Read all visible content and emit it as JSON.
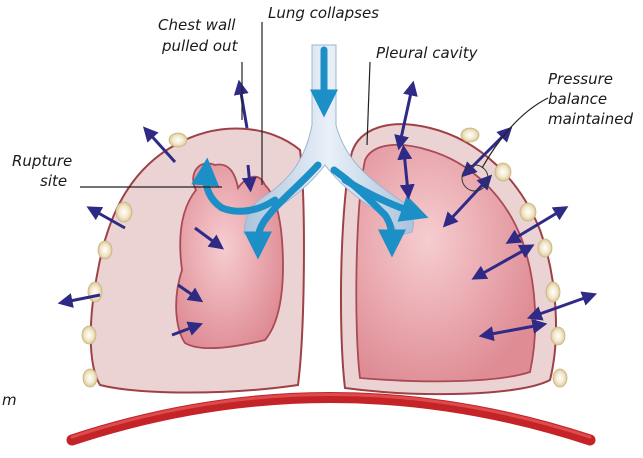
{
  "labels": {
    "lung_collapses": "Lung collapses",
    "chest_wall_line1": "Chest wall",
    "chest_wall_line2": "pulled out",
    "pleural_cavity": "Pleural cavity",
    "pressure_line1": "Pressure",
    "pressure_line2": "balance",
    "pressure_line3": "maintained",
    "rupture_line1": "Rupture",
    "rupture_line2": "site",
    "edge_fragment": "m"
  },
  "colors": {
    "pleura_fill": "#ecd3d3",
    "pleura_stroke": "#9e4147",
    "lung_fill": "#e28e97",
    "lung_highlight": "#f4c4c6",
    "airway": "#c7d8ea",
    "air_flow": "#1c8fc7",
    "force_arrow": "#2f2a86",
    "rib": "#f1e6c8",
    "diaphragm": "#d32a2e"
  }
}
